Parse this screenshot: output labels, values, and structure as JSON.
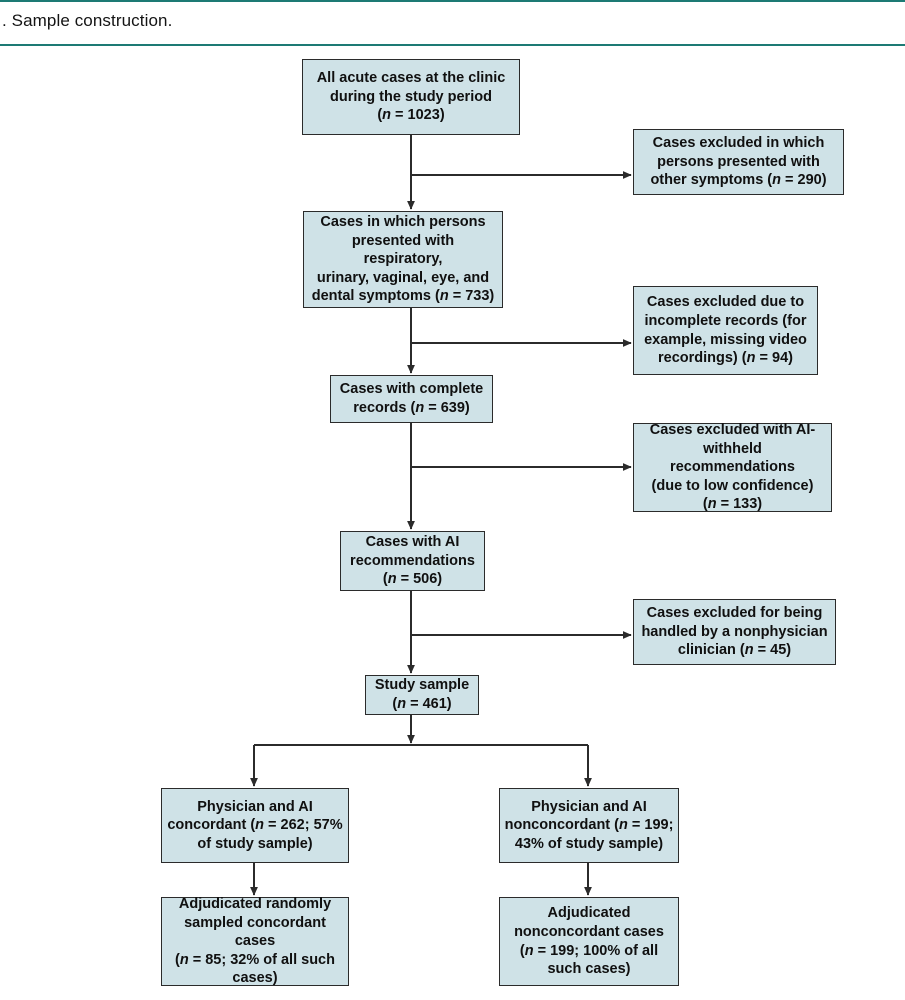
{
  "figure": {
    "caption": ". Sample construction.",
    "accent_color": "#1d7a74",
    "box_fill": "#cfe2e7",
    "box_border": "#2b2b2b",
    "connector_color": "#2b2b2b"
  },
  "nodes": {
    "all_acute_cases": {
      "id": "all-acute-cases",
      "lines": [
        "All acute cases at the clinic",
        "during the study period",
        "(n = 1023)"
      ],
      "n": 1023
    },
    "excluded_other_symptoms": {
      "id": "excluded-other-symptoms",
      "lines": [
        "Cases excluded in which",
        "persons presented with",
        "other symptoms (n = 290)"
      ],
      "n": 290
    },
    "target_symptom_cases": {
      "id": "target-symptom-cases",
      "lines": [
        "Cases in which persons",
        "presented with respiratory,",
        "urinary, vaginal, eye, and",
        "dental symptoms (n = 733)"
      ],
      "n": 733
    },
    "excluded_incomplete_records": {
      "id": "excluded-incomplete-records",
      "lines": [
        "Cases excluded due to",
        "incomplete records (for",
        "example, missing video",
        "recordings) (n = 94)"
      ],
      "n": 94
    },
    "complete_records": {
      "id": "complete-records",
      "lines": [
        "Cases with complete",
        "records (n = 639)"
      ],
      "n": 639
    },
    "excluded_ai_withheld": {
      "id": "excluded-ai-withheld",
      "lines": [
        "Cases excluded with AI-",
        "withheld recommendations",
        "(due to low confidence)",
        "(n = 133)"
      ],
      "n": 133
    },
    "ai_recommendations": {
      "id": "ai-recommendations",
      "lines": [
        "Cases with AI",
        "recommendations",
        "(n = 506)"
      ],
      "n": 506
    },
    "excluded_nonphysician": {
      "id": "excluded-nonphysician",
      "lines": [
        "Cases excluded for being",
        "handled by a nonphysician",
        "clinician (n = 45)"
      ],
      "n": 45
    },
    "study_sample": {
      "id": "study-sample",
      "lines": [
        "Study sample",
        "(n = 461)"
      ],
      "n": 461
    },
    "concordant": {
      "id": "physician-ai-concordant",
      "lines": [
        "Physician and AI",
        "concordant (n = 262; 57%",
        "of study sample)"
      ],
      "n": 262,
      "percent": "57%"
    },
    "nonconcordant": {
      "id": "physician-ai-nonconcordant",
      "lines": [
        "Physician and AI",
        "nonconcordant (n = 199;",
        "43% of study sample)"
      ],
      "n": 199,
      "percent": "43%"
    },
    "adjudicated_concordant": {
      "id": "adjudicated-concordant",
      "lines": [
        "Adjudicated randomly",
        "sampled concordant cases",
        "(n = 85; 32% of all such",
        "cases)"
      ],
      "n": 85,
      "percent": "32%"
    },
    "adjudicated_nonconcordant": {
      "id": "adjudicated-nonconcordant",
      "lines": [
        "Adjudicated",
        "nonconcordant cases",
        "(n = 199; 100% of all",
        "such cases)"
      ],
      "n": 199,
      "percent": "100%"
    }
  },
  "chart_data": {
    "type": "diagram",
    "title": "Sample construction.",
    "flow": "CONSORT-style participant flow diagram",
    "main_path": [
      {
        "label": "All acute cases at the clinic during the study period",
        "n": 1023
      },
      {
        "label": "Cases in which persons presented with respiratory, urinary, vaginal, eye, and dental symptoms",
        "n": 733
      },
      {
        "label": "Cases with complete records",
        "n": 639
      },
      {
        "label": "Cases with AI recommendations",
        "n": 506
      },
      {
        "label": "Study sample",
        "n": 461
      }
    ],
    "exclusions": [
      {
        "label": "Cases excluded in which persons presented with other symptoms",
        "n": 290
      },
      {
        "label": "Cases excluded due to incomplete records (for example, missing video recordings)",
        "n": 94
      },
      {
        "label": "Cases excluded with AI-withheld recommendations (due to low confidence)",
        "n": 133
      },
      {
        "label": "Cases excluded for being handled by a nonphysician clinician",
        "n": 45
      }
    ],
    "branches": [
      {
        "label": "Physician and AI concordant",
        "n": 262,
        "percent_of_study_sample": 57,
        "adjudicated": {
          "label": "Adjudicated randomly sampled concordant cases",
          "n": 85,
          "percent_of_all_such_cases": 32
        }
      },
      {
        "label": "Physician and AI nonconcordant",
        "n": 199,
        "percent_of_study_sample": 43,
        "adjudicated": {
          "label": "Adjudicated nonconcordant cases",
          "n": 199,
          "percent_of_all_such_cases": 100
        }
      }
    ]
  }
}
